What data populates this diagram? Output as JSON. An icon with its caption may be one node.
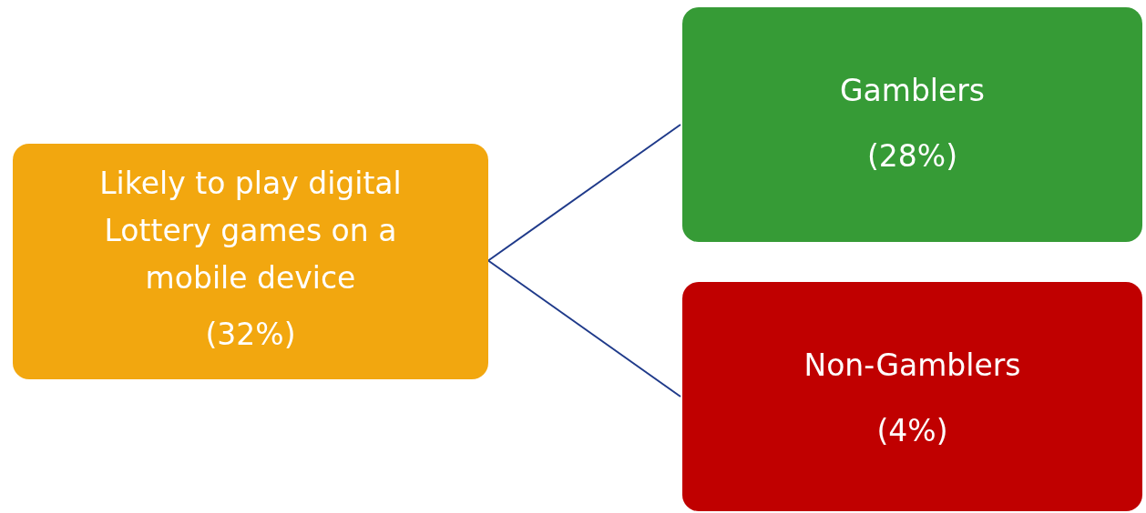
{
  "diagram": {
    "nodes": [
      {
        "text": [
          "Likely to play digital Lottery games on a mobile device",
          "(32%)"
        ]
      },
      {
        "text": [
          "Gamblers",
          "(28%)"
        ]
      },
      {
        "text": [
          "Non-Gamblers",
          "(4%)"
        ]
      }
    ],
    "edges": [
      {
        "from": 0,
        "to": 1,
        "arrow": "none"
      },
      {
        "from": 0,
        "to": 2,
        "arrow": "none"
      }
    ]
  }
}
